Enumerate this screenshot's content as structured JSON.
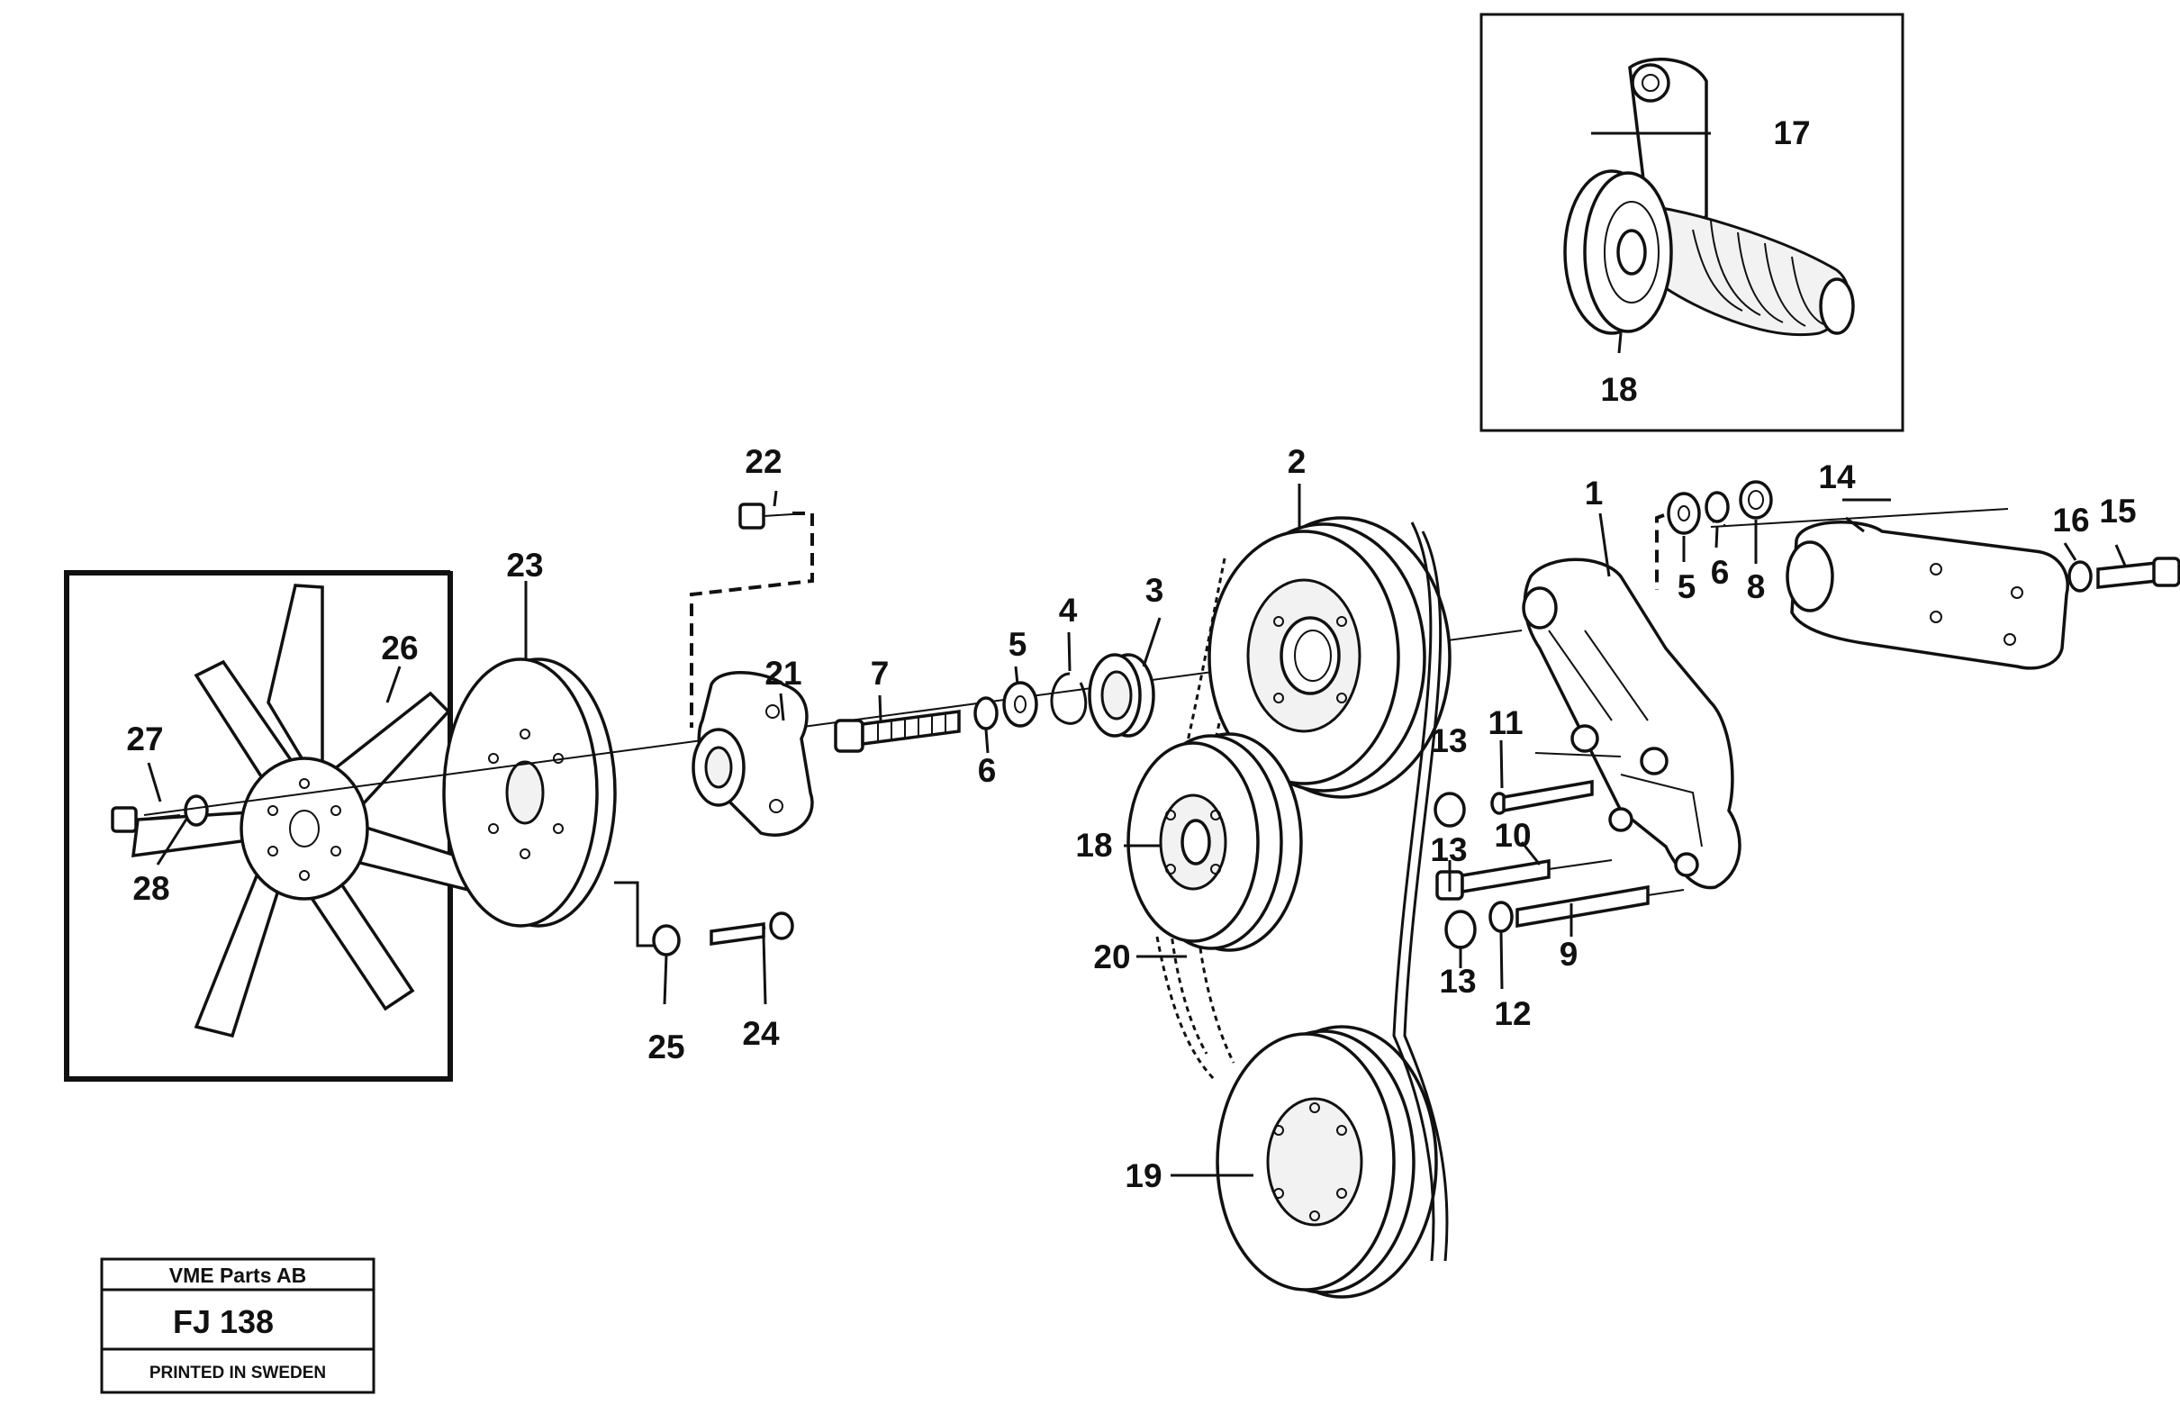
{
  "title_block": {
    "company": "VME Parts AB",
    "figure_code": "FJ 138",
    "printed": "PRINTED IN SWEDEN"
  },
  "callouts": [
    "1",
    "2",
    "3",
    "4",
    "5",
    "5",
    "6",
    "6",
    "7",
    "8",
    "9",
    "10",
    "11",
    "12",
    "13",
    "13",
    "13",
    "14",
    "15",
    "16",
    "17",
    "18",
    "18",
    "19",
    "20",
    "21",
    "22",
    "23",
    "24",
    "25",
    "26",
    "27",
    "28"
  ]
}
